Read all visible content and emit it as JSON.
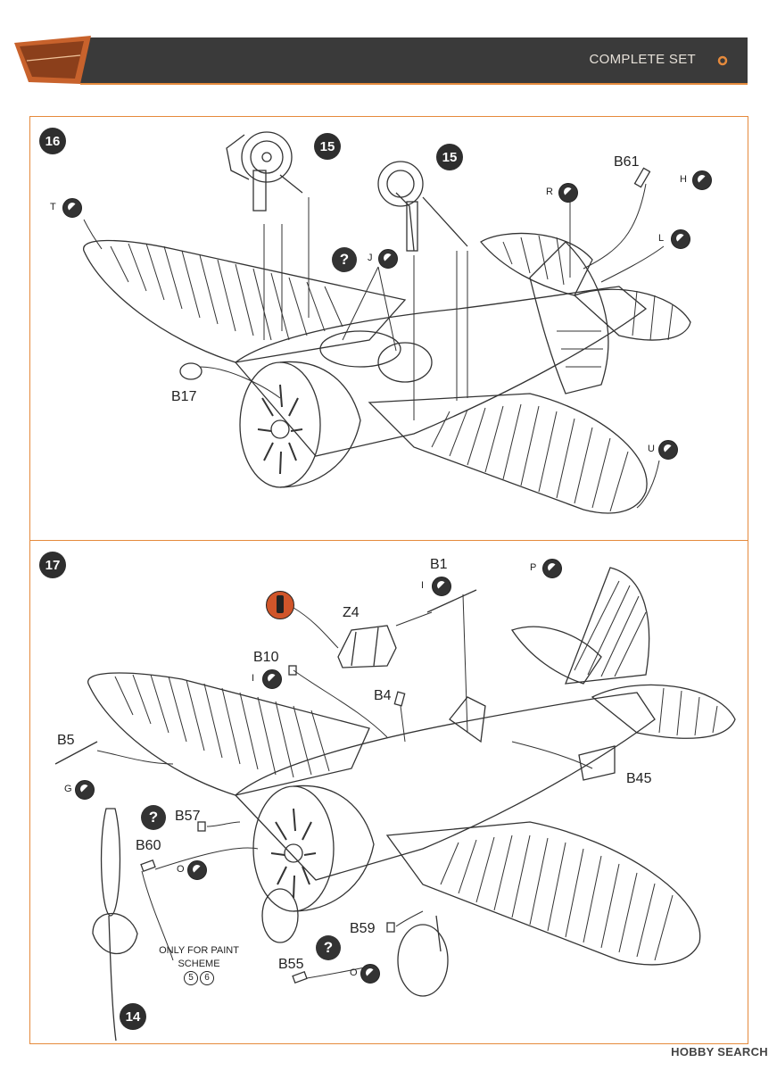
{
  "header": {
    "title": "COMPLETE SET",
    "colors": {
      "banner": "#3a3a3a",
      "accent": "#e58a3c",
      "logo": "#c8622c"
    }
  },
  "steps": [
    {
      "number": "16",
      "labels": {
        "sub_step_a": "15",
        "sub_step_b": "15",
        "part_b61": "B61",
        "part_b17": "B17",
        "paint_t": "T",
        "paint_r": "R",
        "paint_h": "H",
        "paint_j": "J",
        "paint_l": "L",
        "paint_u": "U"
      }
    },
    {
      "number": "17",
      "labels": {
        "part_b1": "B1",
        "part_z4": "Z4",
        "part_b10": "B10",
        "part_b4": "B4",
        "part_b5": "B5",
        "part_b45": "B45",
        "part_b57": "B57",
        "part_b60": "B60",
        "part_b59": "B59",
        "part_b55": "B55",
        "sub_step": "14",
        "paint_i1": "I",
        "paint_p": "P",
        "paint_i2": "I",
        "paint_g": "G",
        "paint_o1": "O",
        "paint_o2": "O",
        "note_line1": "ONLY FOR PAINT",
        "note_line2": "SCHEME",
        "scheme_a": "5",
        "scheme_b": "6"
      }
    }
  ],
  "watermark": "HOBBY SEARCH"
}
